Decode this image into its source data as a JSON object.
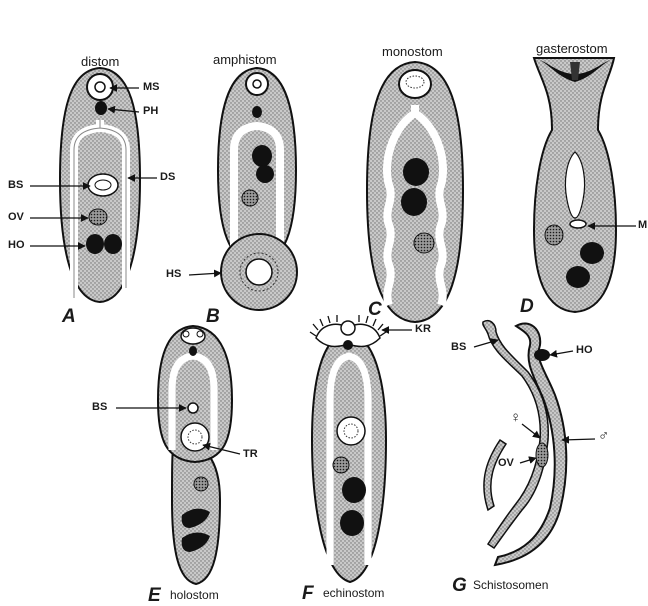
{
  "figure": {
    "panels": [
      {
        "letter": "A",
        "type": "distom"
      },
      {
        "letter": "B",
        "type": "amphistom"
      },
      {
        "letter": "C",
        "type": "monostom"
      },
      {
        "letter": "D",
        "type": "gasterostom"
      },
      {
        "letter": "E",
        "type": "holostom"
      },
      {
        "letter": "F",
        "type": "echinostom"
      },
      {
        "letter": "G",
        "type": "Schistosomen"
      }
    ],
    "labels": {
      "ms": "MS",
      "ph": "PH",
      "bs": "BS",
      "ds": "DS",
      "ov": "OV",
      "ho": "HO",
      "hs": "HS",
      "m": "M",
      "tr": "TR",
      "kr": "KR",
      "female": "♀",
      "male": "♂"
    }
  }
}
